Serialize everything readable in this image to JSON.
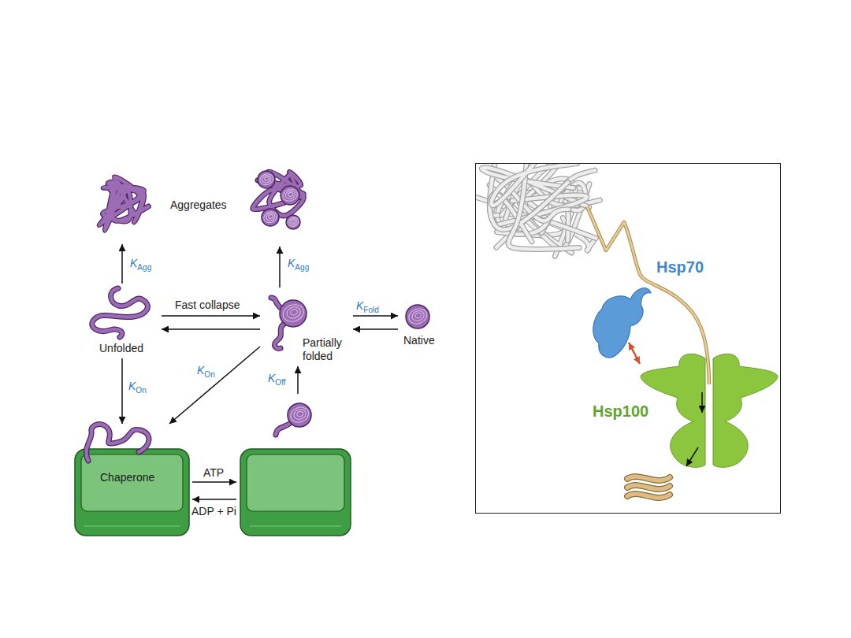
{
  "diagram": {
    "nodes": [
      {
        "text": [
          "Aggregates"
        ]
      },
      {
        "text": []
      },
      {
        "text": [
          "Unfolded"
        ]
      },
      {
        "text": [
          "Partially folded"
        ]
      },
      {
        "text": [
          "Native"
        ]
      },
      {
        "text": []
      },
      {
        "text": [
          "Chaperone"
        ]
      },
      {
        "text": []
      },
      {
        "text": [
          "Hsp70"
        ]
      },
      {
        "text": [
          "Hsp100"
        ]
      }
    ],
    "edges": [
      {
        "from": 2,
        "to": 0,
        "arrow": "to",
        "label": "KAgg"
      },
      {
        "from": 3,
        "to": 1,
        "arrow": "to",
        "label": "KAgg"
      },
      {
        "from": 2,
        "to": 3,
        "arrow": "to",
        "label": "Fast collapse"
      },
      {
        "from": 3,
        "to": 2,
        "arrow": "to"
      },
      {
        "from": 3,
        "to": 4,
        "arrow": "to",
        "label": "KFold"
      },
      {
        "from": 4,
        "to": 3,
        "arrow": "to"
      },
      {
        "from": 2,
        "to": 6,
        "arrow": "to",
        "label": "KOn"
      },
      {
        "from": 3,
        "to": 6,
        "arrow": "to",
        "label": "KOn"
      },
      {
        "from": 5,
        "to": 3,
        "arrow": "to",
        "label": "KOff"
      },
      {
        "from": 6,
        "to": 7,
        "arrow": "to",
        "label": "ATP"
      },
      {
        "from": 7,
        "to": 6,
        "arrow": "to",
        "label": "ADP + Pi"
      },
      {
        "from": 8,
        "to": 9,
        "arrow": "both"
      }
    ]
  }
}
